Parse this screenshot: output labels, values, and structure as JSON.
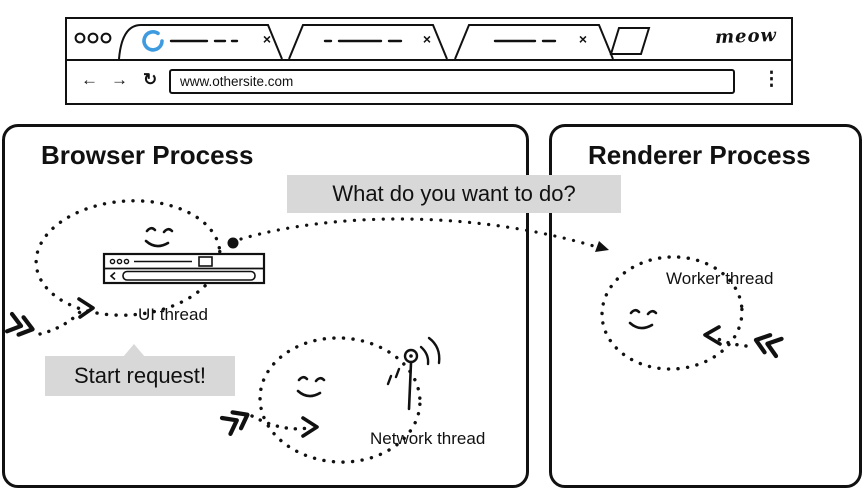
{
  "browser_window": {
    "brand": "meow",
    "tab_close_glyph": "×",
    "nav": {
      "back_glyph": "←",
      "forward_glyph": "→",
      "reload_glyph": "↻",
      "menu_glyph": "⋮",
      "url": "www.othersite.com"
    }
  },
  "diagram": {
    "question_bubble": "What do you want to do?",
    "browser_process": {
      "title": "Browser Process",
      "ui_thread_label": "UI thread",
      "network_thread_label": "Network thread",
      "start_request_bubble": "Start request!"
    },
    "renderer_process": {
      "title": "Renderer Process",
      "worker_thread_label": "Worker thread"
    }
  },
  "colors": {
    "ink": "#111111",
    "bubble_bg": "#d8d8d8",
    "spinner_blue": "#3f9be0"
  }
}
